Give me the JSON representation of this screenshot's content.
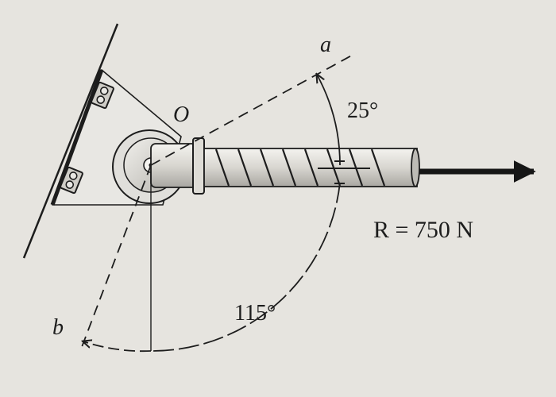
{
  "labels": {
    "point_o": "O",
    "axis_a": "a",
    "axis_b": "b",
    "angle_a": "25°",
    "angle_b": "115°",
    "force": "R = 750 N"
  }
}
